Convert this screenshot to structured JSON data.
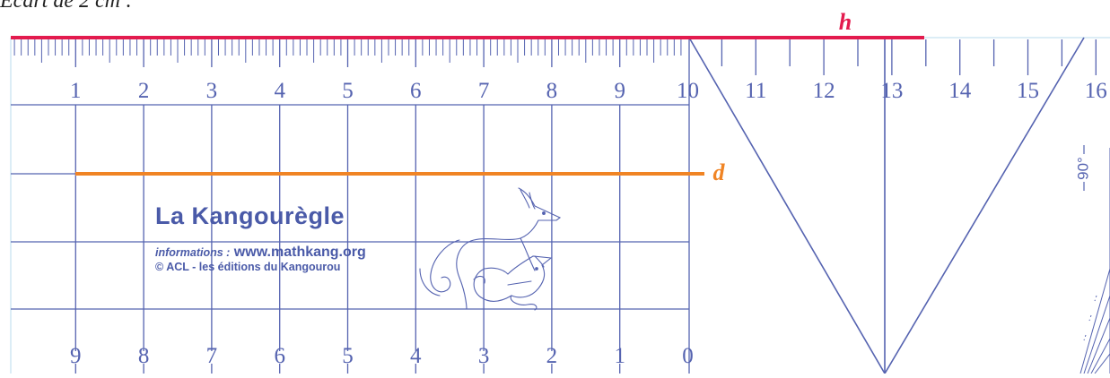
{
  "caption": "Écart de 2 cm :",
  "labels": {
    "h": "h",
    "d": "d",
    "angle": "90°"
  },
  "ruler": {
    "top_numbers": [
      "1",
      "2",
      "3",
      "4",
      "5",
      "6",
      "7",
      "8",
      "9",
      "10",
      "11",
      "12",
      "13",
      "14",
      "15",
      "16"
    ],
    "bottom_numbers": [
      "9",
      "8",
      "7",
      "6",
      "5",
      "4",
      "3",
      "2",
      "1",
      "0"
    ]
  },
  "brand": {
    "title": "La Kangourègle",
    "info_label": "informations :",
    "url": "www.mathkang.org",
    "copyright": "© ACL - les éditions du Kangourou"
  },
  "colors": {
    "ruler_blue": "#5563b0",
    "line_h": "#e31b4e",
    "line_d": "#f08424",
    "border": "#b8dbee"
  }
}
